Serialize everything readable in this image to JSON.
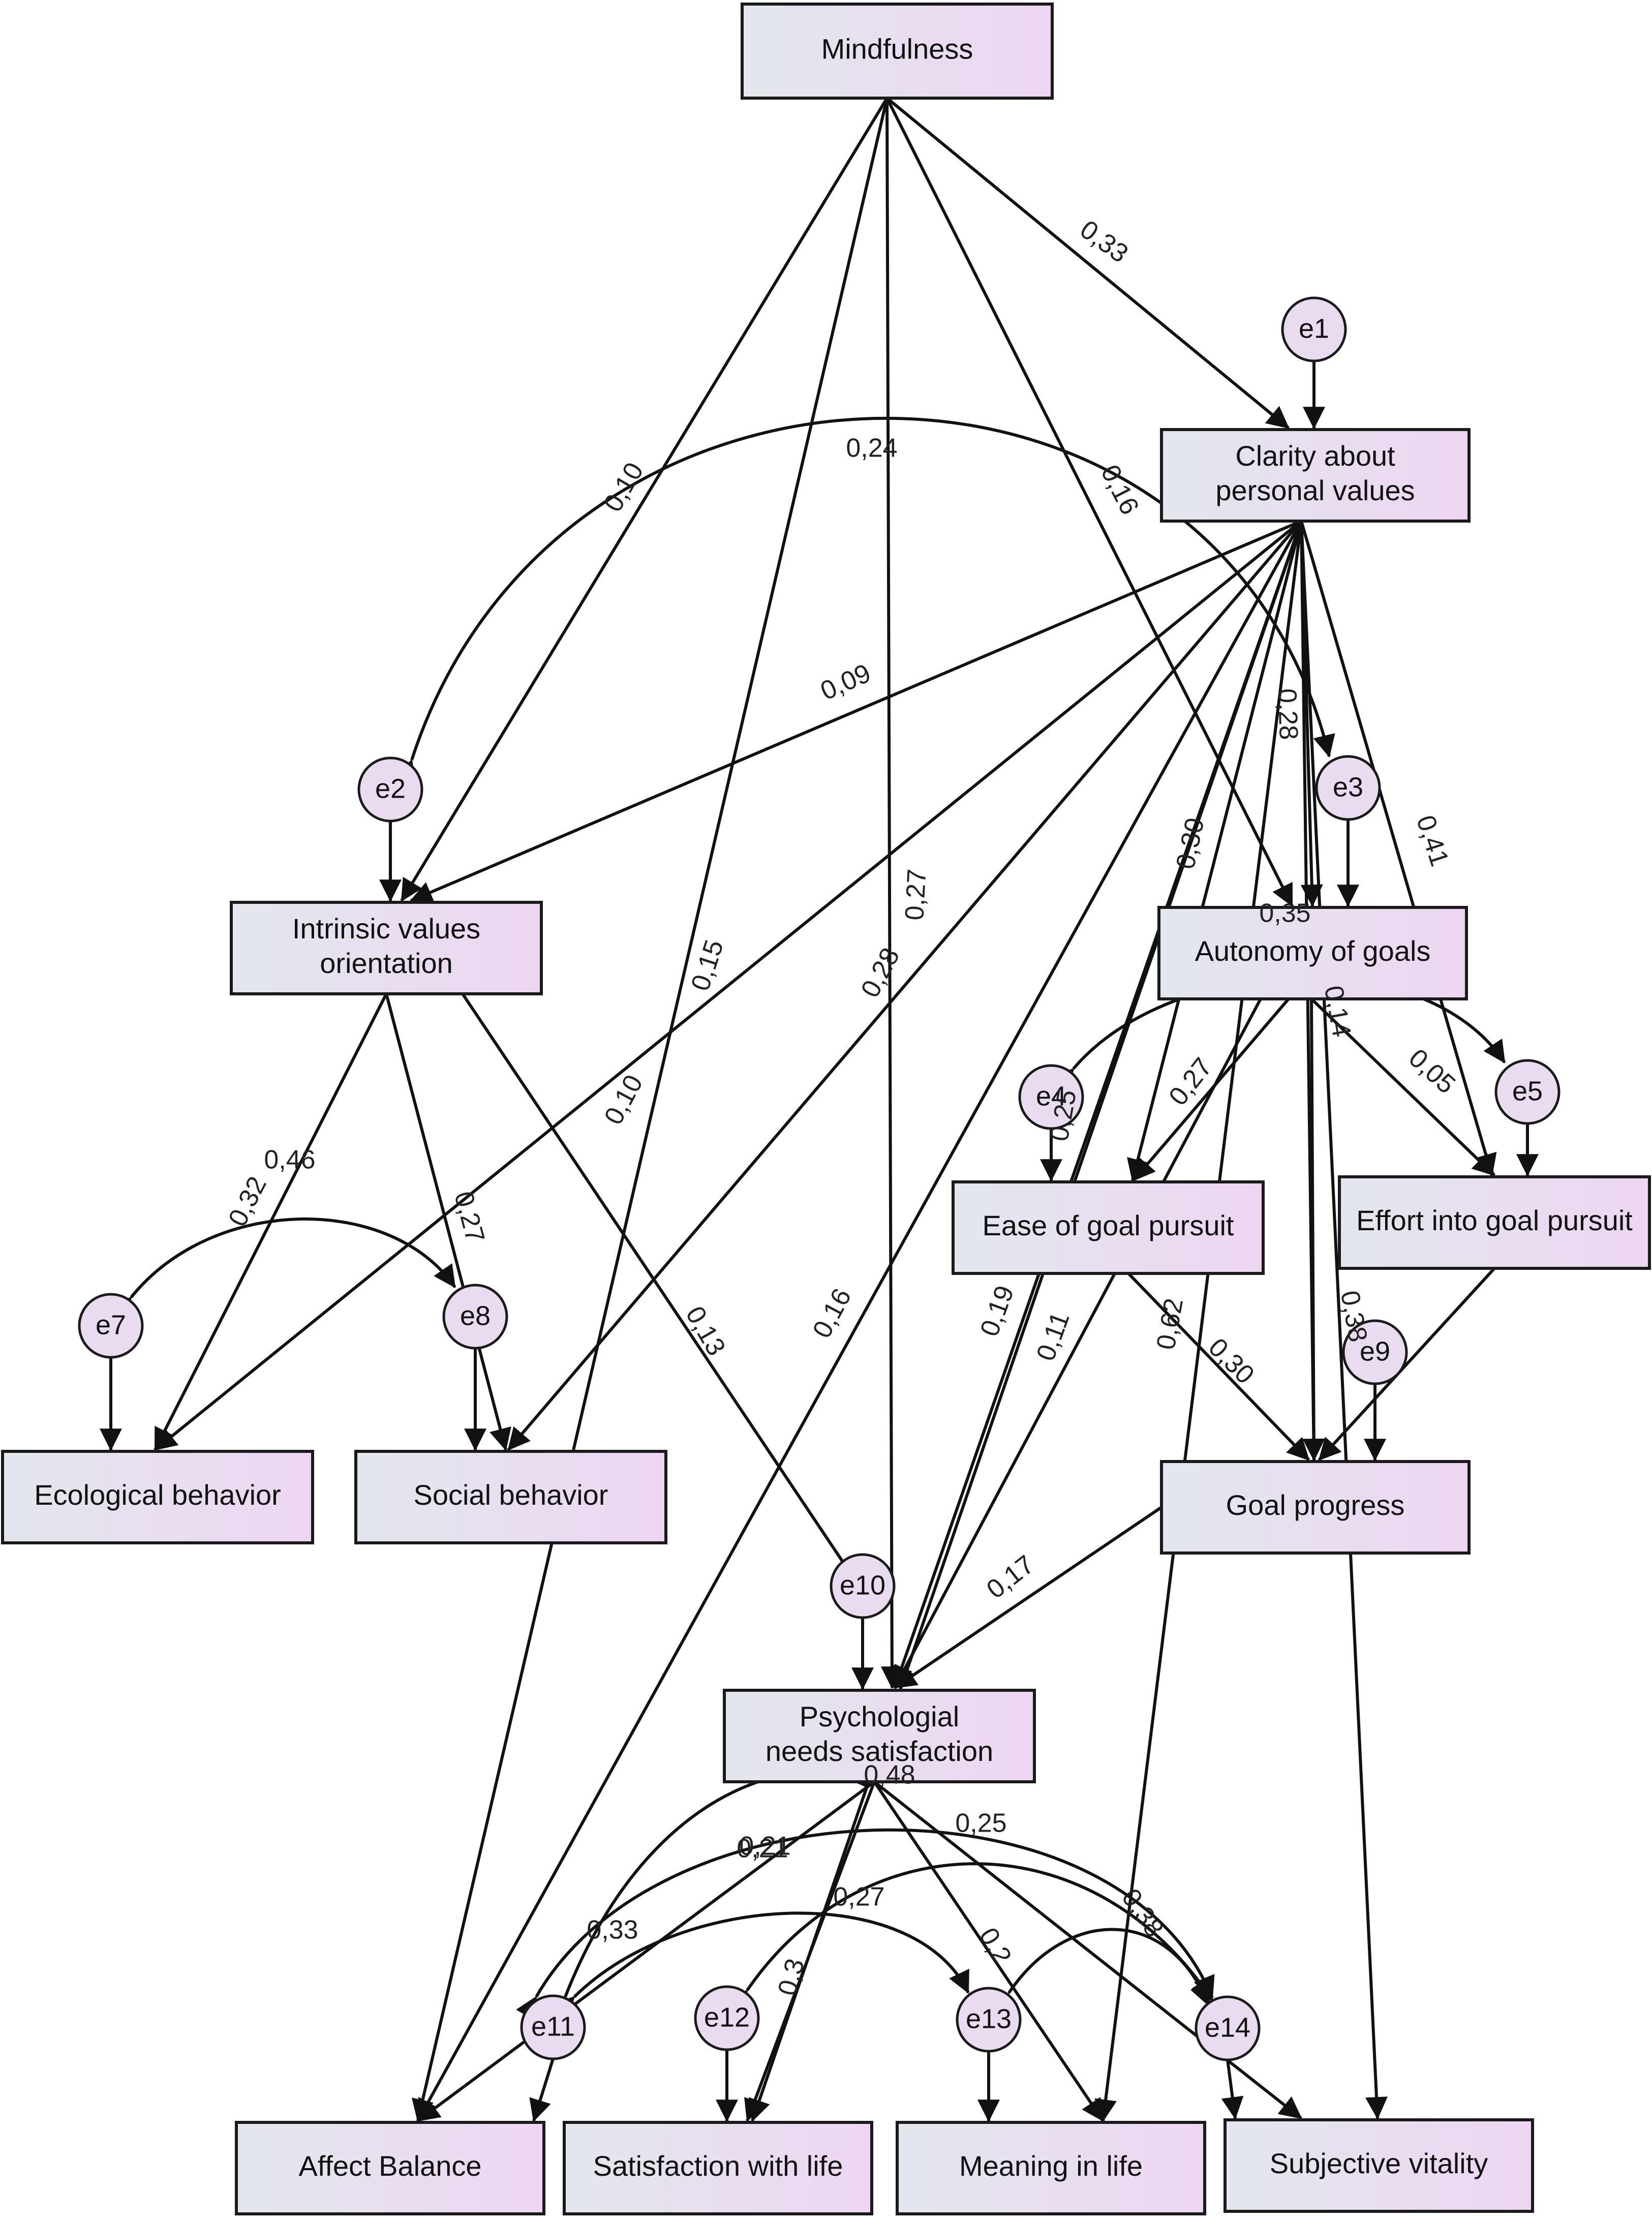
{
  "colors": {
    "node_left": "#e3e7ed",
    "node_right": "#eed6f2",
    "error_fill": "#e9dcf1",
    "line": "#111111"
  },
  "nodes": [
    {
      "id": "mind",
      "label": [
        "Mindfulness"
      ]
    },
    {
      "id": "clar",
      "label": [
        "Clarity about",
        "personal values"
      ]
    },
    {
      "id": "intr",
      "label": [
        "Intrinsic values",
        "orientation"
      ]
    },
    {
      "id": "auto",
      "label": [
        "Autonomy of goals"
      ]
    },
    {
      "id": "ease",
      "label": [
        "Ease of goal pursuit"
      ]
    },
    {
      "id": "effo",
      "label": [
        "Effort into goal pursuit"
      ]
    },
    {
      "id": "ecol",
      "label": [
        "Ecological behavior"
      ]
    },
    {
      "id": "soci",
      "label": [
        "Social behavior"
      ]
    },
    {
      "id": "prog",
      "label": [
        "Goal progress"
      ]
    },
    {
      "id": "psyc",
      "label": [
        "Psychologial",
        "needs satisfaction"
      ]
    },
    {
      "id": "affe",
      "label": [
        "Affect Balance"
      ]
    },
    {
      "id": "sati",
      "label": [
        "Satisfaction with life"
      ]
    },
    {
      "id": "mean",
      "label": [
        "Meaning in life"
      ]
    },
    {
      "id": "subj",
      "label": [
        "Subjective vitality"
      ]
    }
  ],
  "errors": [
    {
      "id": "e1",
      "label": "e1",
      "target": "clar"
    },
    {
      "id": "e2",
      "label": "e2",
      "target": "intr"
    },
    {
      "id": "e3",
      "label": "e3",
      "target": "auto"
    },
    {
      "id": "e4",
      "label": "e4",
      "target": "ease"
    },
    {
      "id": "e5",
      "label": "e5",
      "target": "effo"
    },
    {
      "id": "e7",
      "label": "e7",
      "target": "ecol"
    },
    {
      "id": "e8",
      "label": "e8",
      "target": "soci"
    },
    {
      "id": "e9",
      "label": "e9",
      "target": "prog"
    },
    {
      "id": "e10",
      "label": "e10",
      "target": "psyc"
    },
    {
      "id": "e11",
      "label": "e11",
      "target": "affe"
    },
    {
      "id": "e12",
      "label": "e12",
      "target": "sati"
    },
    {
      "id": "e13",
      "label": "e13",
      "target": "mean"
    },
    {
      "id": "e14",
      "label": "e14",
      "target": "subj"
    }
  ],
  "paths": [
    {
      "from": "mind",
      "to": "clar",
      "coef": "0,33"
    },
    {
      "from": "mind",
      "to": "intr",
      "coef": "0,10"
    },
    {
      "from": "mind",
      "to": "auto",
      "coef": "0,16"
    },
    {
      "from": "mind",
      "to": "psyc",
      "coef": "0,27"
    },
    {
      "from": "mind",
      "to": "affe",
      "coef": "0,15"
    },
    {
      "from": "clar",
      "to": "intr",
      "coef": "0,09"
    },
    {
      "from": "clar",
      "to": "auto",
      "coef": "0,28"
    },
    {
      "from": "clar",
      "to": "ease",
      "coef": "0,30"
    },
    {
      "from": "clar",
      "to": "effo",
      "coef": "0,41"
    },
    {
      "from": "clar",
      "to": "ecol",
      "coef": "0,10"
    },
    {
      "from": "clar",
      "to": "soci",
      "coef": "0,28"
    },
    {
      "from": "clar",
      "to": "prog",
      "coef": "0,35"
    },
    {
      "from": "clar",
      "to": "psyc",
      "coef": "0,19"
    },
    {
      "from": "clar",
      "to": "sati",
      "coef": "0,11"
    },
    {
      "from": "clar",
      "to": "affe",
      "coef": "0,16"
    },
    {
      "from": "clar",
      "to": "mean",
      "coef": "0,62"
    },
    {
      "from": "clar",
      "to": "subj",
      "coef": "0,14"
    },
    {
      "from": "intr",
      "to": "ecol",
      "coef": "0,32"
    },
    {
      "from": "intr",
      "to": "soci",
      "coef": "0,27"
    },
    {
      "from": "intr",
      "to": "psyc",
      "coef": "0,13"
    },
    {
      "from": "auto",
      "to": "ease",
      "coef": "0,27"
    },
    {
      "from": "auto",
      "to": "effo",
      "coef": "0,05"
    },
    {
      "from": "auto",
      "to": "prog",
      "coef": ""
    },
    {
      "from": "auto",
      "to": "psyc",
      "coef": ""
    },
    {
      "from": "ease",
      "to": "prog",
      "coef": "0,30"
    },
    {
      "from": "effo",
      "to": "prog",
      "coef": "0,38"
    },
    {
      "from": "prog",
      "to": "psyc",
      "coef": "0,17"
    },
    {
      "from": "psyc",
      "to": "affe",
      "coef": "0,33"
    },
    {
      "from": "psyc",
      "to": "sati",
      "coef": "0,21"
    },
    {
      "from": "psyc",
      "to": "mean",
      "coef": "0,2"
    },
    {
      "from": "psyc",
      "to": "subj",
      "coef": "0,25"
    }
  ],
  "covariances": [
    {
      "a": "e2",
      "b": "e3",
      "coef": "0,24"
    },
    {
      "a": "e7",
      "b": "e8",
      "coef": "0,46"
    },
    {
      "a": "e4",
      "b": "e5",
      "coef": "0,25"
    },
    {
      "a": "e11",
      "b": "e12",
      "coef": "0,48"
    },
    {
      "a": "e11",
      "b": "e13",
      "coef": "0,27"
    },
    {
      "a": "e11",
      "b": "e14",
      "coef": "0,21"
    },
    {
      "a": "e12",
      "b": "e14",
      "coef": "0,3"
    },
    {
      "a": "e13",
      "b": "e14",
      "coef": "0,38"
    }
  ]
}
